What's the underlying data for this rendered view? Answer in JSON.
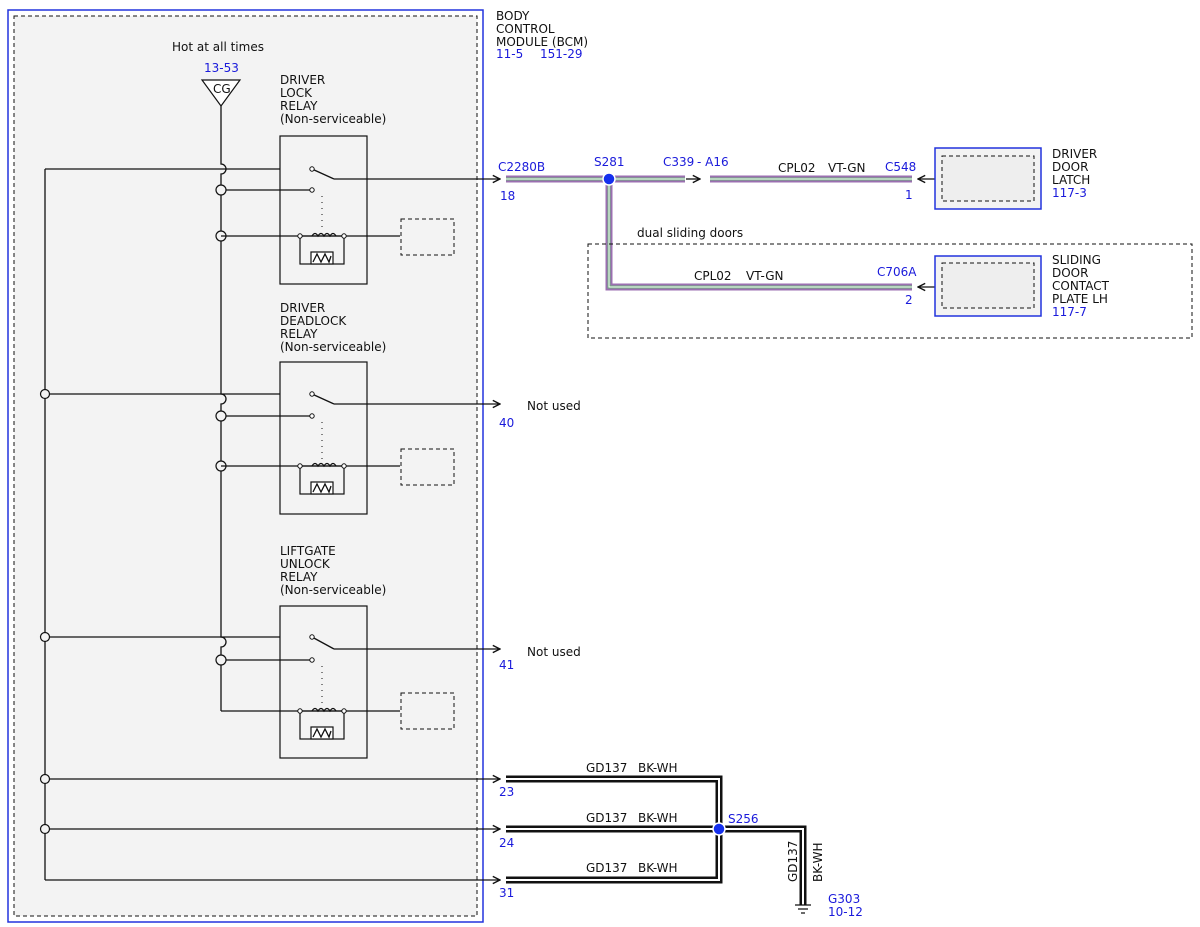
{
  "colors": {
    "reference_blue": "#1a1adb",
    "wire_violet": "#9b6fb0",
    "wire_green": "#6fae7f",
    "wire_black": "#111111",
    "splice_blue": "#1530ee",
    "module_fill": "#f3f3f3"
  },
  "bcm": {
    "title_lines": [
      "BODY",
      "CONTROL",
      "MODULE (BCM)"
    ],
    "ref_1": "11-5",
    "ref_2": "151-29"
  },
  "power": {
    "label": "Hot at all times",
    "ref": "13-53",
    "symbol": "CG"
  },
  "relays": [
    {
      "name_lines": [
        "DRIVER",
        "LOCK",
        "RELAY",
        "(Non-serviceable)"
      ]
    },
    {
      "name_lines": [
        "DRIVER",
        "DEADLOCK",
        "RELAY",
        "(Non-serviceable)"
      ]
    },
    {
      "name_lines": [
        "LIFTGATE",
        "UNLOCK",
        "RELAY",
        "(Non-serviceable)"
      ]
    }
  ],
  "pins": {
    "connector": "C2280B",
    "p18": "18",
    "p40": "40",
    "p41": "41",
    "p23": "23",
    "p24": "24",
    "p31": "31",
    "not_used": "Not used"
  },
  "wiring": {
    "splice_s281": "S281",
    "inline_connector": "C339",
    "inline_pin": "- A16",
    "circuit": "CPL02",
    "color_code": "VT-GN",
    "c548": "C548",
    "c548_pin": "1",
    "c706a": "C706A",
    "c706a_pin": "2",
    "option_label": "dual sliding doors"
  },
  "components": {
    "driver_latch_lines": [
      "DRIVER",
      "DOOR",
      "LATCH"
    ],
    "driver_latch_ref": "117-3",
    "sliding_plate_lines": [
      "SLIDING",
      "DOOR",
      "CONTACT",
      "PLATE LH"
    ],
    "sliding_plate_ref": "117-7"
  },
  "ground": {
    "circuit": "GD137",
    "color_code": "BK-WH",
    "splice": "S256",
    "ground_point": "G303",
    "ground_ref": "10-12"
  }
}
